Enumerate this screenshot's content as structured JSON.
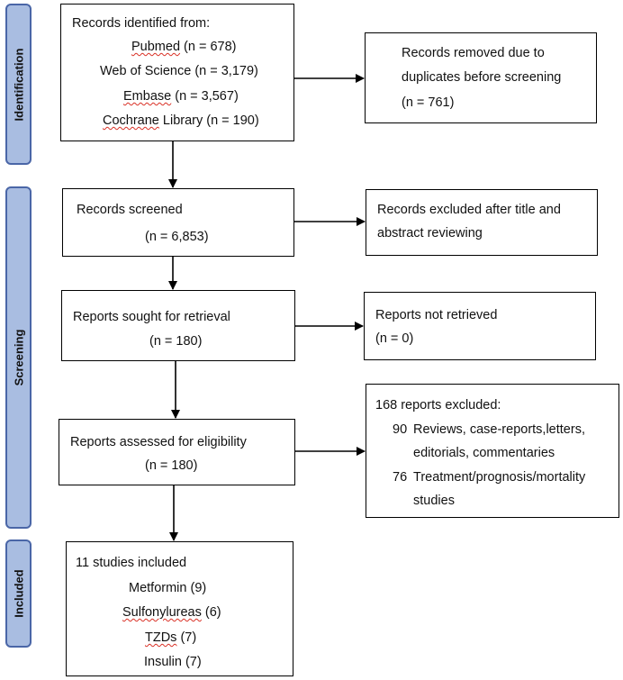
{
  "phases": {
    "identification": "Identification",
    "screening": "Screening",
    "included": "Included"
  },
  "identified": {
    "title": "Records identified from:",
    "sources": [
      {
        "name": "Pubmed",
        "count": "(n = 678)"
      },
      {
        "name": "Web of Science",
        "count": "(n = 3,179)"
      },
      {
        "name": "Embase",
        "count": "(n = 3,567)"
      },
      {
        "name": "Cochrane",
        "rest": "Library (n = 190)"
      }
    ]
  },
  "removed": {
    "line1": "Records removed due to",
    "line2": "duplicates before screening",
    "count": "(n = 761)"
  },
  "screened": {
    "title": "Records screened",
    "count": "(n = 6,853)"
  },
  "excluded_title": {
    "line1": "Records excluded after title and",
    "line2": "abstract reviewing"
  },
  "sought": {
    "title": "Reports sought for retrieval",
    "count": "(n = 180)"
  },
  "not_retrieved": {
    "title": "Reports not retrieved",
    "count": "(n = 0)"
  },
  "assessed": {
    "title": "Reports assessed for eligibility",
    "count": "(n = 180)"
  },
  "excluded_reports": {
    "title": "168 reports excluded:",
    "items": [
      {
        "n": "90",
        "line1": "Reviews, case-reports,letters,",
        "line2": "editorials, commentaries"
      },
      {
        "n": "76",
        "line1": "Treatment/prognosis/mortality",
        "line2": "studies"
      }
    ]
  },
  "included": {
    "title": "11 studies included",
    "drugs": [
      {
        "name": "Metformin",
        "count": "(9)"
      },
      {
        "name": "Sulfonylureas",
        "count": "(6)"
      },
      {
        "name": "TZDs",
        "count": "(7)"
      },
      {
        "name": "Insulin",
        "count": "(7)"
      }
    ]
  },
  "colors": {
    "phase_fill": "#a9bde1",
    "phase_border": "#4a66a7",
    "spell_underline": "#d93025"
  }
}
